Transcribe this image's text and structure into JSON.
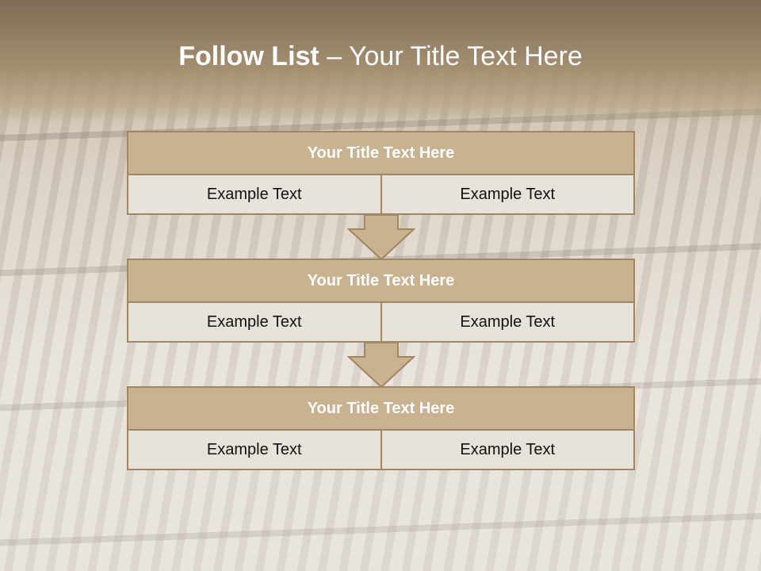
{
  "title": {
    "bold": "Follow List",
    "rest": " – Your Title Text Here"
  },
  "blocks": [
    {
      "title": "Your Title Text Here",
      "left": "Example Text",
      "right": "Example Text"
    },
    {
      "title": "Your Title Text Here",
      "left": "Example Text",
      "right": "Example Text"
    },
    {
      "title": "Your Title Text Here",
      "left": "Example Text",
      "right": "Example Text"
    }
  ],
  "colors": {
    "box_title_fill": "#c8b28f",
    "box_border": "#a08663",
    "cell_fill": "#e8e3da",
    "arrow_fill": "#c8b28f"
  }
}
